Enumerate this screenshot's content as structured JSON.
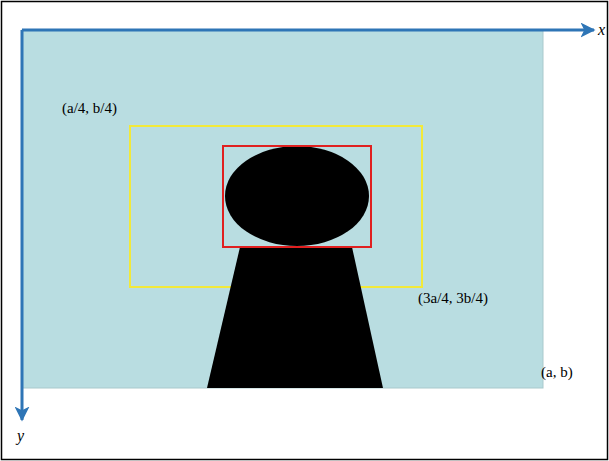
{
  "diagram": {
    "labels": [
      "x",
      "y",
      "(a/4, b/4)",
      "(3a/4, 3b/4)",
      "(a, b)"
    ]
  }
}
